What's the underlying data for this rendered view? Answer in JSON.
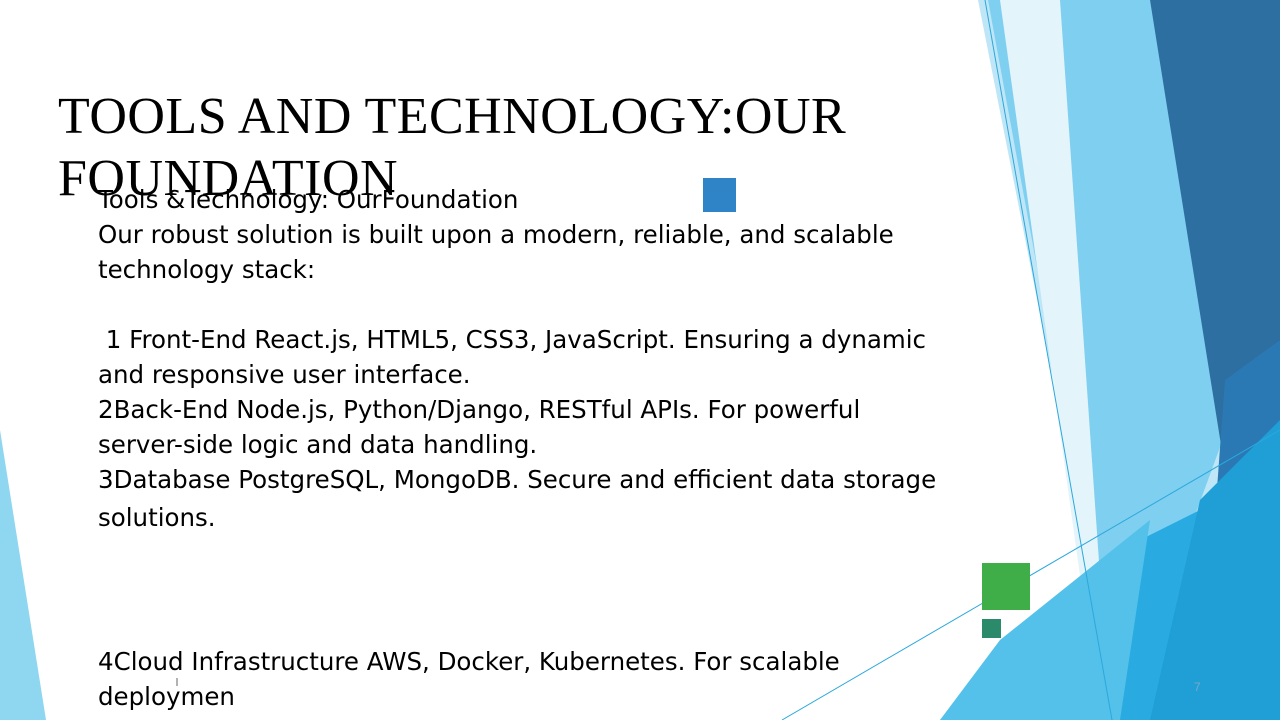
{
  "slide": {
    "title": "TOOLS AND TECHNOLOGY:OUR FOUNDATION",
    "subheading": "Tools &Technology: OurFoundation",
    "intro_line1": "Our robust solution is built upon a modern, reliable, and scalable",
    "intro_line2": "technology stack:",
    "item1_line1": " 1 Front-End React.js, HTML5, CSS3, JavaScript. Ensuring a dynamic",
    "item1_line2": "and responsive user interface.",
    "item2_line1": "2Back-End Node.js, Python/Django, RESTful APIs. For powerful",
    "item2_line2": "server-side logic and data handling.",
    "item3_line1": "3Database PostgreSQL, MongoDB. Secure and efficient data storage",
    "item3_line2": "solutions.",
    "item4_line1": "4Cloud Infrastructure AWS, Docker, Kubernetes. For scalable",
    "item4_line2": "deploymen",
    "slide_number": "7"
  },
  "colors": {
    "accent_blue": "#2e84c6",
    "accent_green": "#3fae49",
    "accent_teal": "#2a8a6a",
    "light_blue": "#7fd0ef",
    "dark_blue": "#2d6fa0"
  }
}
